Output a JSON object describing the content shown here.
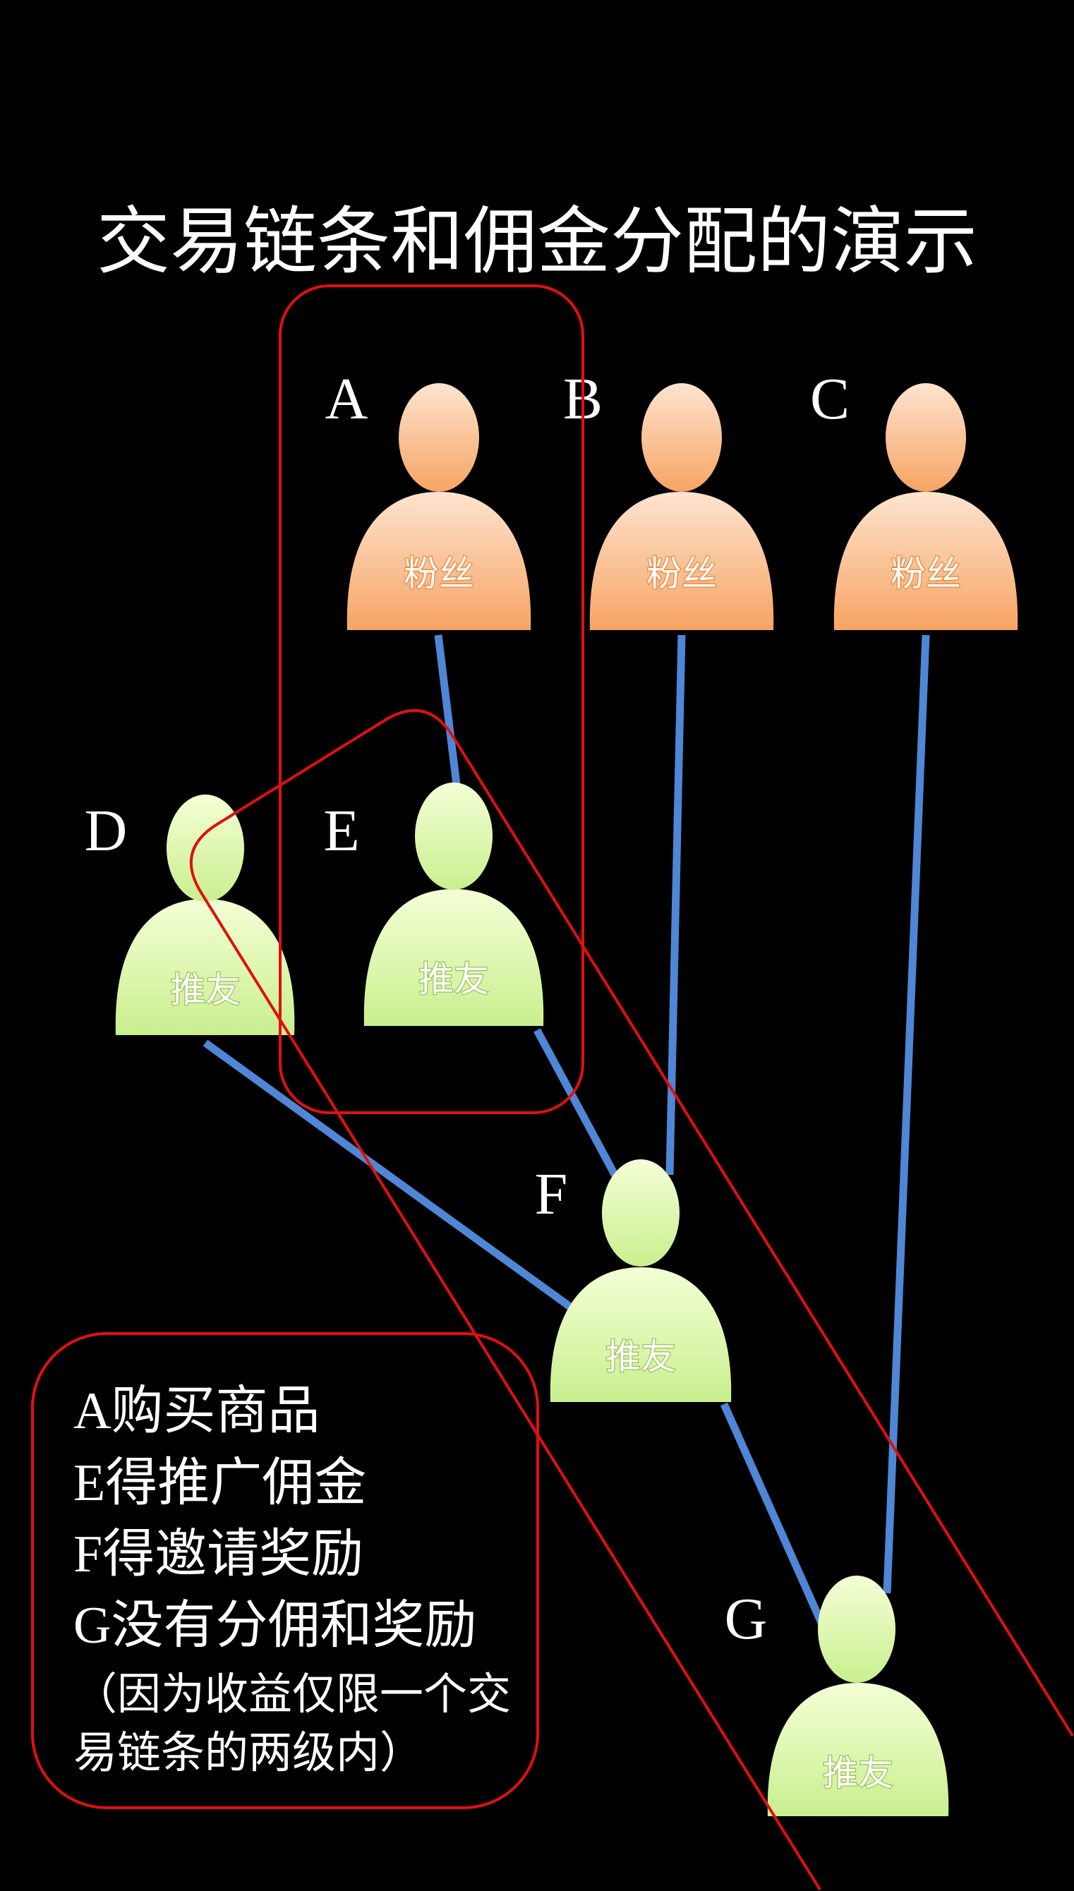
{
  "title": "交易链条和佣金分配的演示",
  "nodes": {
    "A": {
      "label": "A",
      "role": "粉丝"
    },
    "B": {
      "label": "B",
      "role": "粉丝"
    },
    "C": {
      "label": "C",
      "role": "粉丝"
    },
    "D": {
      "label": "D",
      "role": "推友"
    },
    "E": {
      "label": "E",
      "role": "推友"
    },
    "F": {
      "label": "F",
      "role": "推友"
    },
    "G": {
      "label": "G",
      "role": "推友"
    }
  },
  "edges": [
    [
      "A",
      "E"
    ],
    [
      "B",
      "F"
    ],
    [
      "C",
      "G"
    ],
    [
      "D",
      "F"
    ],
    [
      "E",
      "F"
    ],
    [
      "F",
      "G"
    ]
  ],
  "notes": [
    "A购买商品",
    "E得推广佣金",
    "F得邀请奖励",
    "G没有分佣和奖励",
    "（因为收益仅限一个交",
    "易链条的两级内）"
  ],
  "colors": {
    "background": "#000000",
    "fan": "#f8a868",
    "friend": "#d8f5a0",
    "link": "#4f86d6",
    "highlight": "#e01010"
  }
}
